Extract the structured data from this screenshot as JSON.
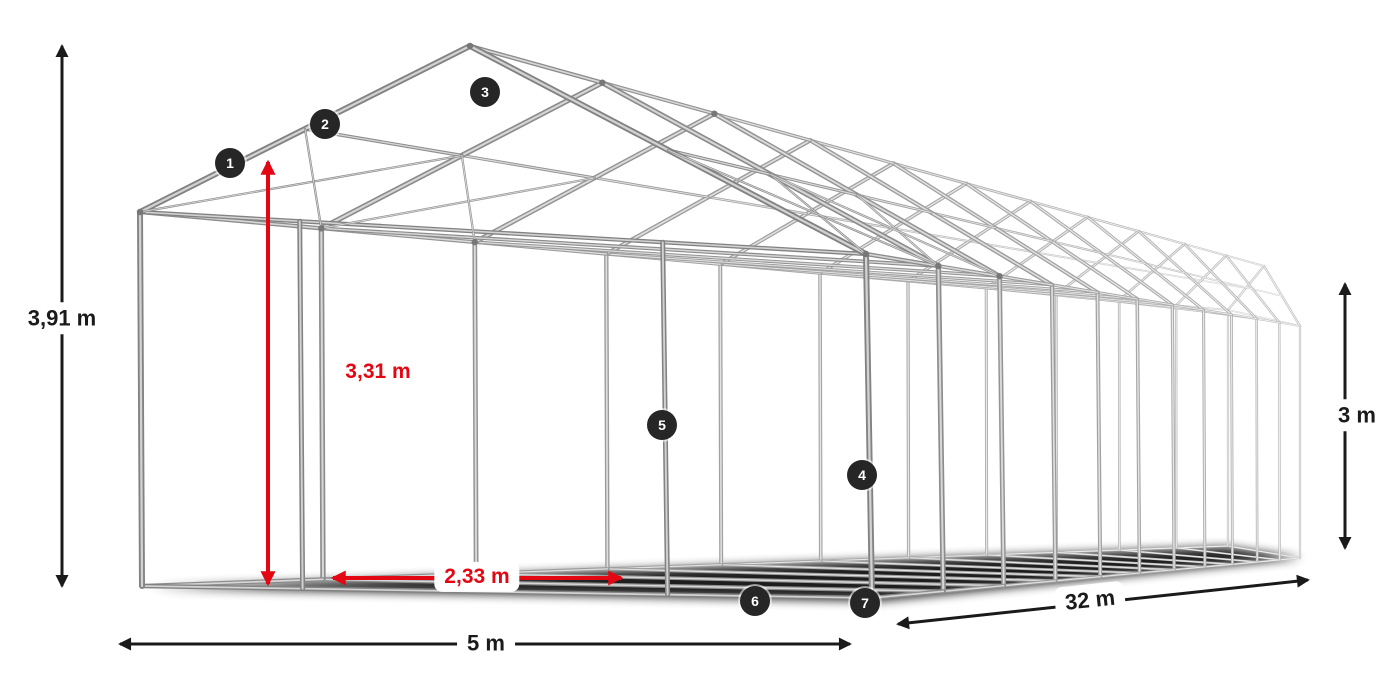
{
  "diagram": {
    "title": "tent frame construction with dimensions",
    "colors": {
      "accent_red": "#e30613",
      "badge_bg": "#262626",
      "frame_gray": "#9c9c9c",
      "dimension_black": "#1a1a1a"
    },
    "dimensions": {
      "total_height": "3,91 m",
      "clear_height": "3,31 m",
      "pole_spacing": "2,33 m",
      "width": "5 m",
      "length": "32 m",
      "side_height": "3 m"
    },
    "part_markers": [
      "1",
      "2",
      "3",
      "4",
      "5",
      "6",
      "7"
    ]
  }
}
